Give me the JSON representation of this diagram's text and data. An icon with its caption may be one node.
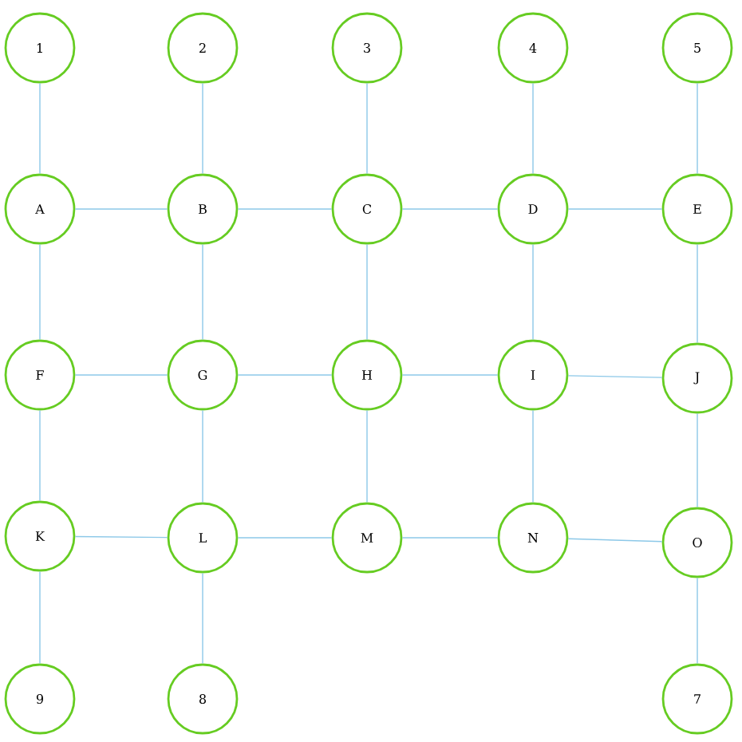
{
  "diagram": {
    "nodes": [
      {
        "text": [
          "1"
        ]
      },
      {
        "text": [
          "2"
        ]
      },
      {
        "text": [
          "3"
        ]
      },
      {
        "text": [
          "4"
        ]
      },
      {
        "text": [
          "5"
        ]
      },
      {
        "text": [
          "A"
        ]
      },
      {
        "text": [
          "B"
        ]
      },
      {
        "text": [
          "C"
        ]
      },
      {
        "text": [
          "D"
        ]
      },
      {
        "text": [
          "E"
        ]
      },
      {
        "text": [
          "F"
        ]
      },
      {
        "text": [
          "G"
        ]
      },
      {
        "text": [
          "H"
        ]
      },
      {
        "text": [
          "I"
        ]
      },
      {
        "text": [
          "J"
        ]
      },
      {
        "text": [
          "K"
        ]
      },
      {
        "text": [
          "L"
        ]
      },
      {
        "text": [
          "M"
        ]
      },
      {
        "text": [
          "N"
        ]
      },
      {
        "text": [
          "O"
        ]
      },
      {
        "text": [
          "9"
        ]
      },
      {
        "text": [
          "8"
        ]
      },
      {
        "text": [
          "7"
        ]
      }
    ],
    "edges": [
      {
        "from": 0,
        "to": 5,
        "arrow": "none"
      },
      {
        "from": 1,
        "to": 6,
        "arrow": "none"
      },
      {
        "from": 2,
        "to": 7,
        "arrow": "none"
      },
      {
        "from": 3,
        "to": 8,
        "arrow": "none"
      },
      {
        "from": 4,
        "to": 9,
        "arrow": "none"
      },
      {
        "from": 5,
        "to": 6,
        "arrow": "none"
      },
      {
        "from": 6,
        "to": 7,
        "arrow": "none"
      },
      {
        "from": 7,
        "to": 8,
        "arrow": "none"
      },
      {
        "from": 8,
        "to": 9,
        "arrow": "none"
      },
      {
        "from": 5,
        "to": 10,
        "arrow": "none"
      },
      {
        "from": 6,
        "to": 11,
        "arrow": "none"
      },
      {
        "from": 7,
        "to": 12,
        "arrow": "none"
      },
      {
        "from": 8,
        "to": 13,
        "arrow": "none"
      },
      {
        "from": 9,
        "to": 14,
        "arrow": "none"
      },
      {
        "from": 10,
        "to": 11,
        "arrow": "none"
      },
      {
        "from": 11,
        "to": 12,
        "arrow": "none"
      },
      {
        "from": 12,
        "to": 13,
        "arrow": "none"
      },
      {
        "from": 13,
        "to": 14,
        "arrow": "none"
      },
      {
        "from": 10,
        "to": 15,
        "arrow": "none"
      },
      {
        "from": 11,
        "to": 16,
        "arrow": "none"
      },
      {
        "from": 12,
        "to": 17,
        "arrow": "none"
      },
      {
        "from": 13,
        "to": 18,
        "arrow": "none"
      },
      {
        "from": 14,
        "to": 19,
        "arrow": "none"
      },
      {
        "from": 15,
        "to": 16,
        "arrow": "none"
      },
      {
        "from": 16,
        "to": 17,
        "arrow": "none"
      },
      {
        "from": 17,
        "to": 18,
        "arrow": "none"
      },
      {
        "from": 18,
        "to": 19,
        "arrow": "none"
      },
      {
        "from": 15,
        "to": 20,
        "arrow": "none"
      },
      {
        "from": 16,
        "to": 21,
        "arrow": "none"
      },
      {
        "from": 19,
        "to": 22,
        "arrow": "none"
      }
    ]
  }
}
